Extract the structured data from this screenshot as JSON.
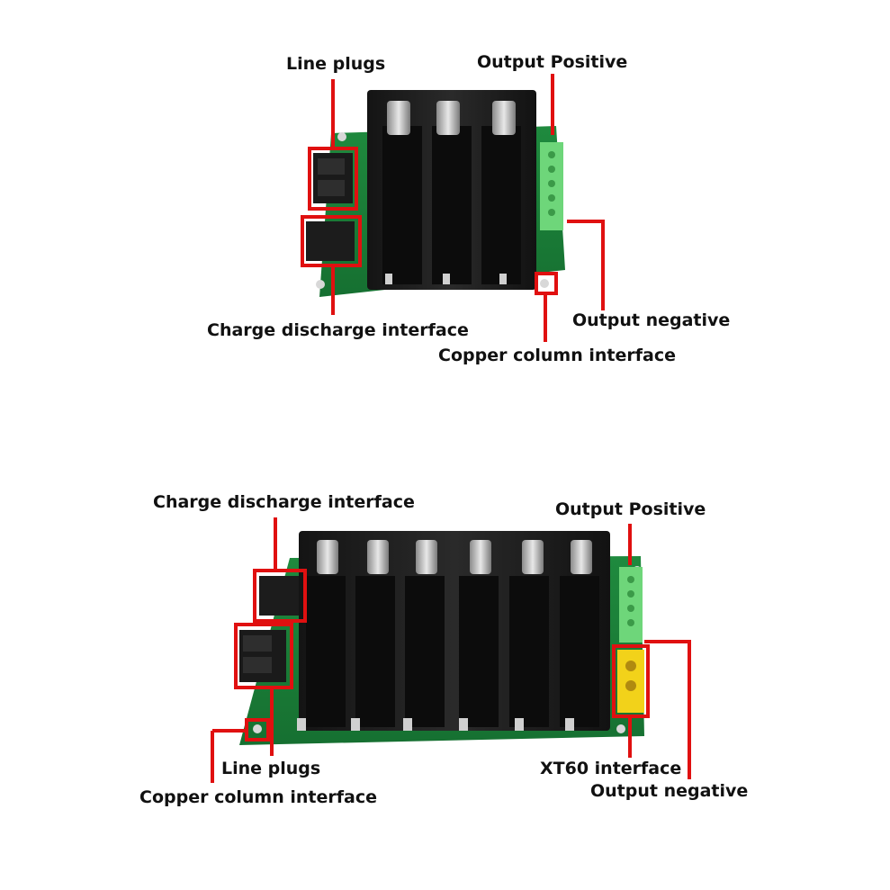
{
  "accent_color": "#e01010",
  "top_board": {
    "description": "3-cell 18650 battery holder board",
    "labels": {
      "line_plugs": "Line plugs",
      "output_positive": "Output Positive",
      "charge_discharge": "Charge discharge interface",
      "output_negative": "Output negative",
      "copper_column": "Copper column interface"
    }
  },
  "bottom_board": {
    "description": "6-cell 18650 battery holder board",
    "labels": {
      "charge_discharge": "Charge discharge interface",
      "output_positive": "Output Positive",
      "line_plugs": "Line plugs",
      "copper_column": "Copper column interface",
      "xt60": "XT60 interface",
      "output_negative": "Output negative"
    }
  }
}
